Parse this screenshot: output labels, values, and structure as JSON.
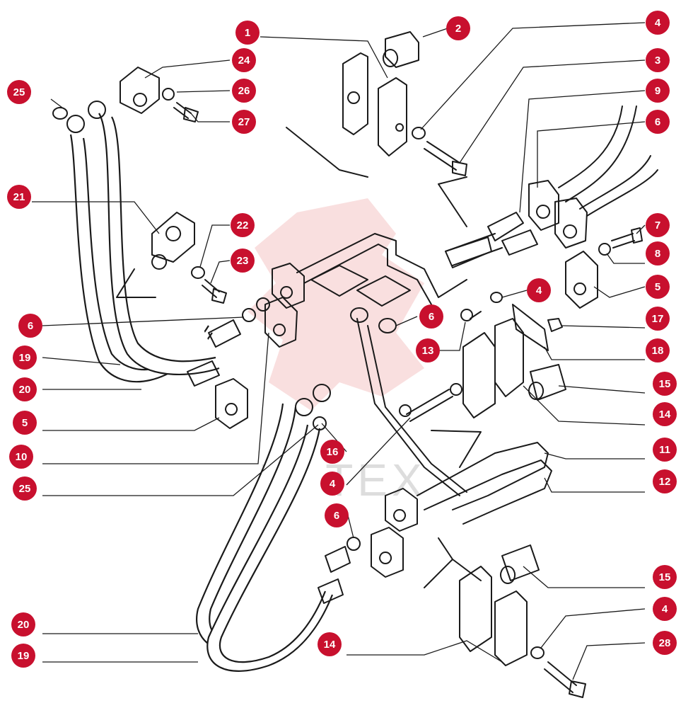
{
  "watermark": "WITEX",
  "colors": {
    "callout": "#c8102e",
    "callout_text": "#ffffff",
    "line": "#1a1a1a",
    "watermark": "#f2b8b8"
  },
  "callouts": [
    {
      "id": "c1",
      "label": "1"
    },
    {
      "id": "c2",
      "label": "2"
    },
    {
      "id": "c4a",
      "label": "4"
    },
    {
      "id": "c3",
      "label": "3"
    },
    {
      "id": "c9",
      "label": "9"
    },
    {
      "id": "c6a",
      "label": "6"
    },
    {
      "id": "c24",
      "label": "24"
    },
    {
      "id": "c25a",
      "label": "25"
    },
    {
      "id": "c26",
      "label": "26"
    },
    {
      "id": "c27",
      "label": "27"
    },
    {
      "id": "c21",
      "label": "21"
    },
    {
      "id": "c22",
      "label": "22"
    },
    {
      "id": "c23",
      "label": "23"
    },
    {
      "id": "c7",
      "label": "7"
    },
    {
      "id": "c8",
      "label": "8"
    },
    {
      "id": "c5a",
      "label": "5"
    },
    {
      "id": "c4b",
      "label": "4"
    },
    {
      "id": "c6b",
      "label": "6"
    },
    {
      "id": "c17",
      "label": "17"
    },
    {
      "id": "c6c",
      "label": "6"
    },
    {
      "id": "c13",
      "label": "13"
    },
    {
      "id": "c18",
      "label": "18"
    },
    {
      "id": "c19a",
      "label": "19"
    },
    {
      "id": "c20a",
      "label": "20"
    },
    {
      "id": "c15a",
      "label": "15"
    },
    {
      "id": "c14a",
      "label": "14"
    },
    {
      "id": "c5b",
      "label": "5"
    },
    {
      "id": "c10",
      "label": "10"
    },
    {
      "id": "c16",
      "label": "16"
    },
    {
      "id": "c11",
      "label": "11"
    },
    {
      "id": "c25b",
      "label": "25"
    },
    {
      "id": "c4c",
      "label": "4"
    },
    {
      "id": "c12",
      "label": "12"
    },
    {
      "id": "c6d",
      "label": "6"
    },
    {
      "id": "c15b",
      "label": "15"
    },
    {
      "id": "c4d",
      "label": "4"
    },
    {
      "id": "c20b",
      "label": "20"
    },
    {
      "id": "c14b",
      "label": "14"
    },
    {
      "id": "c28",
      "label": "28"
    },
    {
      "id": "c19b",
      "label": "19"
    }
  ]
}
